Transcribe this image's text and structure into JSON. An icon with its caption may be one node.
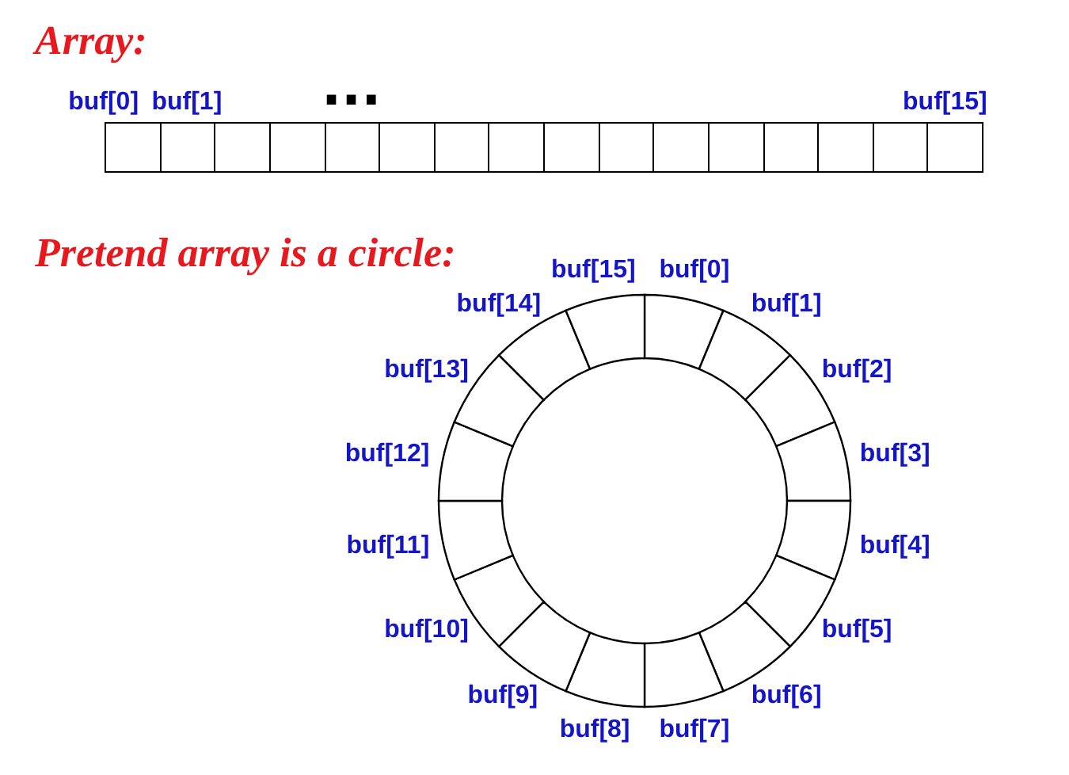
{
  "diagram": {
    "nodes": [
      {
        "text": [],
        "shape": "box",
        "beside": [
          "buf[0]"
        ]
      },
      {
        "text": [],
        "shape": "box",
        "beside": [
          "buf[1]"
        ]
      },
      {
        "text": [],
        "shape": "box"
      },
      {
        "text": [],
        "shape": "box"
      },
      {
        "text": [],
        "shape": "box"
      },
      {
        "text": [],
        "shape": "box"
      },
      {
        "text": [],
        "shape": "box"
      },
      {
        "text": [],
        "shape": "box"
      },
      {
        "text": [],
        "shape": "box"
      },
      {
        "text": [],
        "shape": "box"
      },
      {
        "text": [],
        "shape": "box"
      },
      {
        "text": [],
        "shape": "box"
      },
      {
        "text": [],
        "shape": "box"
      },
      {
        "text": [],
        "shape": "box"
      },
      {
        "text": [],
        "shape": "box"
      },
      {
        "text": [],
        "shape": "box",
        "beside": [
          "buf[15]"
        ]
      },
      {
        "text": [],
        "shape": "segment",
        "beside": [
          "buf[0]"
        ]
      },
      {
        "text": [],
        "shape": "segment",
        "beside": [
          "buf[1]"
        ]
      },
      {
        "text": [],
        "shape": "segment",
        "beside": [
          "buf[2]"
        ]
      },
      {
        "text": [],
        "shape": "segment",
        "beside": [
          "buf[3]"
        ]
      },
      {
        "text": [],
        "shape": "segment",
        "beside": [
          "buf[4]"
        ]
      },
      {
        "text": [],
        "shape": "segment",
        "beside": [
          "buf[5]"
        ]
      },
      {
        "text": [],
        "shape": "segment",
        "beside": [
          "buf[6]"
        ]
      },
      {
        "text": [],
        "shape": "segment",
        "beside": [
          "buf[7]"
        ]
      },
      {
        "text": [],
        "shape": "segment",
        "beside": [
          "buf[8]"
        ]
      },
      {
        "text": [],
        "shape": "segment",
        "beside": [
          "buf[9]"
        ]
      },
      {
        "text": [],
        "shape": "segment",
        "beside": [
          "buf[10]"
        ]
      },
      {
        "text": [],
        "shape": "segment",
        "beside": [
          "buf[11]"
        ]
      },
      {
        "text": [],
        "shape": "segment",
        "beside": [
          "buf[12]"
        ]
      },
      {
        "text": [],
        "shape": "segment",
        "beside": [
          "buf[13]"
        ]
      },
      {
        "text": [],
        "shape": "segment",
        "beside": [
          "buf[14]"
        ]
      },
      {
        "text": [],
        "shape": "segment",
        "beside": [
          "buf[15]"
        ]
      }
    ],
    "labels": [
      "Array:",
      "...",
      "Pretend array is a circle:"
    ]
  }
}
